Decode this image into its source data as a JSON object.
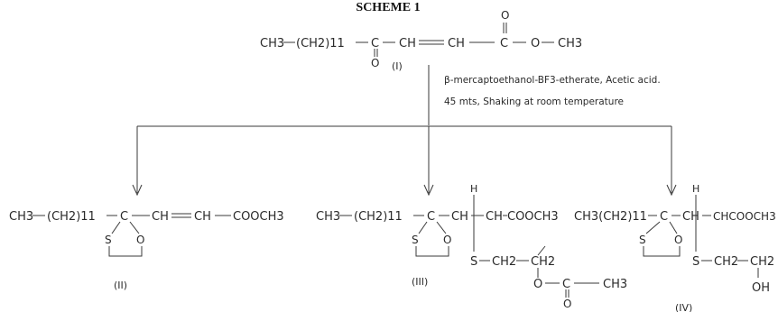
{
  "scheme_title": "SCHEME 1",
  "reaction": {
    "reagent_line_1": "β-mercaptoethanol-BF3-etherate, Acetic acid.",
    "reagent_line_2": "45 mts, Shaking at room temperature"
  },
  "compounds": [
    {
      "label": "(I)",
      "segments": [
        "CH3",
        "(CH2)11",
        "C",
        "O",
        "CH",
        "CH",
        "C",
        "O",
        "O",
        "CH3"
      ]
    },
    {
      "label": "(II)",
      "segments": [
        "CH3",
        "(CH2)11",
        "C",
        "S",
        "O",
        "CH",
        "CH",
        "COOCH3"
      ]
    },
    {
      "label": "(III)",
      "segments": [
        "CH3",
        "(CH2)11",
        "C",
        "S",
        "O",
        "CH",
        "H",
        "CH",
        "COOCH3",
        "S",
        "CH2",
        "CH2",
        "O",
        "C",
        "O",
        "CH3"
      ]
    },
    {
      "label": "(IV)",
      "segments": [
        "CH3(CH2)11",
        "C",
        "S",
        "O",
        "CH",
        "H",
        "CHCOOCH3",
        "S",
        "CH2",
        "CH2",
        "OH"
      ]
    }
  ]
}
